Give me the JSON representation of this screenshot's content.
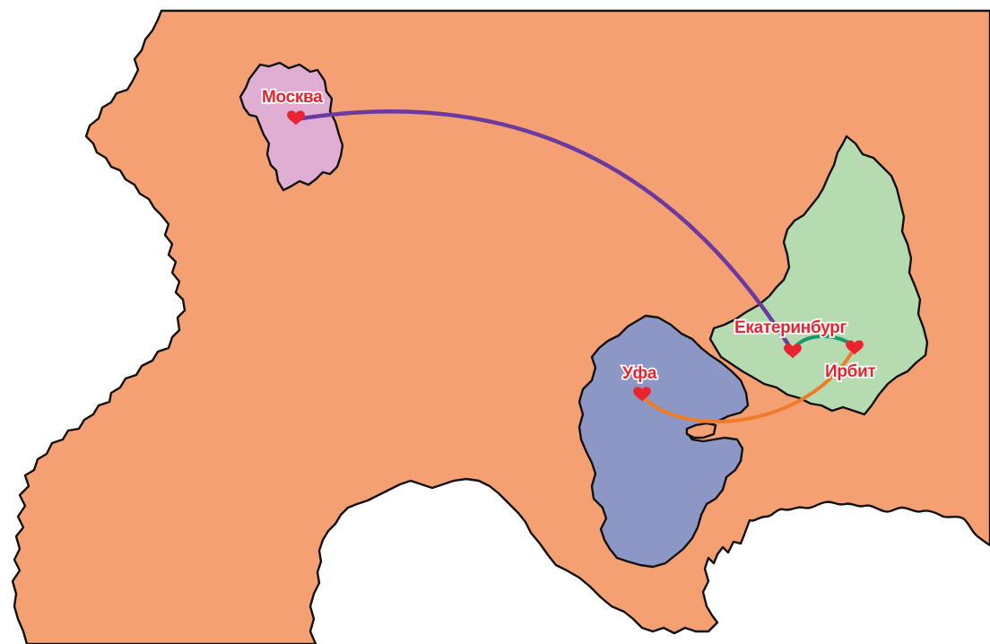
{
  "map": {
    "colors": {
      "background": "#ffffff",
      "landmass": "#f4a073",
      "moscow_region": "#e0aed3",
      "sverdlovsk_region": "#b6dbb0",
      "bashkortostan_region": "#8c97c6",
      "marker": "#e8252f",
      "route_moscow_ekaterinburg": "#6a3aa0",
      "route_ekaterinburg_irbit": "#17996b",
      "route_ufa_irbit": "#ef7a2a"
    },
    "regions": [
      {
        "id": "moscow-region",
        "color_key": "moscow_region"
      },
      {
        "id": "sverdlovsk-region",
        "color_key": "sverdlovsk_region"
      },
      {
        "id": "bashkortostan-region",
        "color_key": "bashkortostan_region"
      }
    ],
    "cities": [
      {
        "key": "moscow",
        "name": "Москва",
        "marker_icon": "heart-icon"
      },
      {
        "key": "ekaterinburg",
        "name": "Екатеринбург",
        "marker_icon": "heart-icon"
      },
      {
        "key": "irbit",
        "name": "Ирбит",
        "marker_icon": "heart-icon"
      },
      {
        "key": "ufa",
        "name": "Уфа",
        "marker_icon": "heart-icon"
      }
    ],
    "routes": [
      {
        "from": "Москва",
        "to": "Екатеринбург",
        "color_key": "route_moscow_ekaterinburg"
      },
      {
        "from": "Екатеринбург",
        "to": "Ирбит",
        "color_key": "route_ekaterinburg_irbit"
      },
      {
        "from": "Уфа",
        "to": "Ирбит",
        "color_key": "route_ufa_irbit"
      }
    ]
  }
}
